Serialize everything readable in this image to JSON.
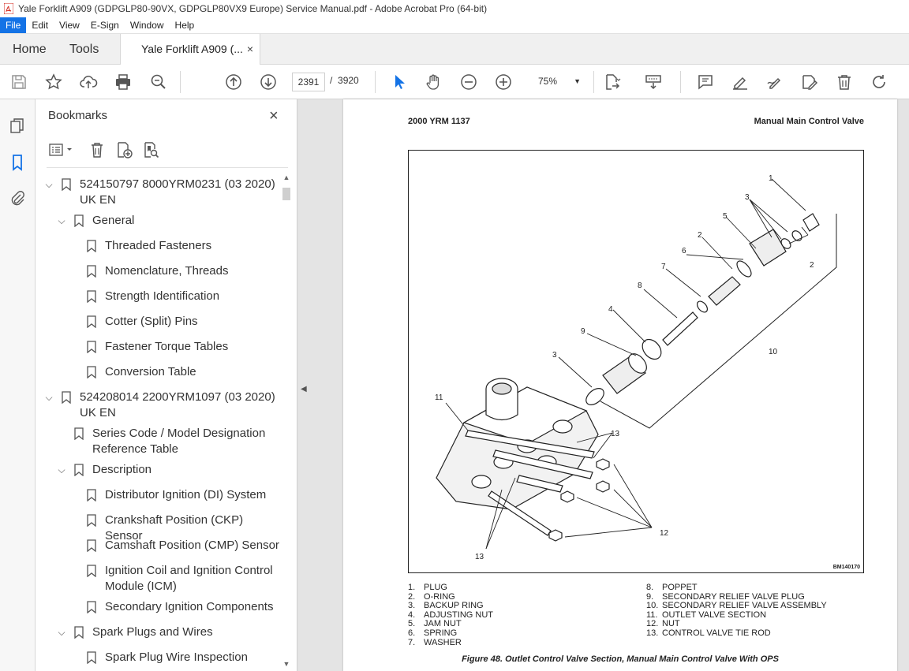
{
  "window": {
    "title": "Yale Forklift A909 (GDPGLP80-90VX, GDPGLP80VX9 Europe) Service Manual.pdf - Adobe Acrobat Pro (64-bit)"
  },
  "menu": [
    "File",
    "Edit",
    "View",
    "E-Sign",
    "Window",
    "Help"
  ],
  "tabs": {
    "home": "Home",
    "tools": "Tools",
    "document": "Yale Forklift A909 (...",
    "close": "×"
  },
  "toolbar": {
    "current_page": "2391",
    "separator": "/",
    "total_pages": "3920",
    "zoom": "75%"
  },
  "panel": {
    "title": "Bookmarks",
    "close": "×",
    "items": [
      {
        "label": "524150797 8000YRM0231 (03 2020)",
        "label2": "UK EN"
      },
      {
        "label": "General"
      },
      {
        "label": "Threaded Fasteners"
      },
      {
        "label": "Nomenclature, Threads"
      },
      {
        "label": "Strength Identification"
      },
      {
        "label": "Cotter (Split) Pins"
      },
      {
        "label": "Fastener Torque Tables"
      },
      {
        "label": "Conversion Table"
      },
      {
        "label": "524208014 2200YRM1097 (03 2020)",
        "label2": "UK EN"
      },
      {
        "label": "Series Code / Model Designation",
        "label2": "Reference Table"
      },
      {
        "label": "Description"
      },
      {
        "label": "Distributor Ignition (DI) System"
      },
      {
        "label": "Crankshaft Position (CKP) Sensor"
      },
      {
        "label": "Camshaft Position (CMP) Sensor"
      },
      {
        "label": "Ignition Coil and Ignition Control",
        "label2": "Module (ICM)"
      },
      {
        "label": "Secondary Ignition Components"
      },
      {
        "label": "Spark Plugs and Wires"
      },
      {
        "label": "Spark Plug Wire Inspection"
      }
    ]
  },
  "page": {
    "header_left": "2000 YRM 1137",
    "header_right": "Manual Main Control Valve",
    "figure_id": "BM140170",
    "callouts": [
      "1",
      "3",
      "5",
      "2",
      "2",
      "6",
      "7",
      "8",
      "4",
      "9",
      "3",
      "10",
      "11",
      "13",
      "12",
      "13"
    ],
    "legend_left": [
      {
        "n": "1.",
        "t": "PLUG"
      },
      {
        "n": "2.",
        "t": "O-RING"
      },
      {
        "n": "3.",
        "t": "BACKUP RING"
      },
      {
        "n": "4.",
        "t": "ADJUSTING NUT"
      },
      {
        "n": "5.",
        "t": "JAM NUT"
      },
      {
        "n": "6.",
        "t": "SPRING"
      },
      {
        "n": "7.",
        "t": "WASHER"
      }
    ],
    "legend_right": [
      {
        "n": "8.",
        "t": "POPPET"
      },
      {
        "n": "9.",
        "t": "SECONDARY RELIEF VALVE PLUG"
      },
      {
        "n": "10.",
        "t": "SECONDARY RELIEF VALVE ASSEMBLY"
      },
      {
        "n": "11.",
        "t": "OUTLET VALVE SECTION"
      },
      {
        "n": "12.",
        "t": "NUT"
      },
      {
        "n": "13.",
        "t": "CONTROL VALVE TIE ROD"
      }
    ],
    "caption": "Figure 48. Outlet Control Valve Section, Manual Main Control Valve With OPS"
  }
}
